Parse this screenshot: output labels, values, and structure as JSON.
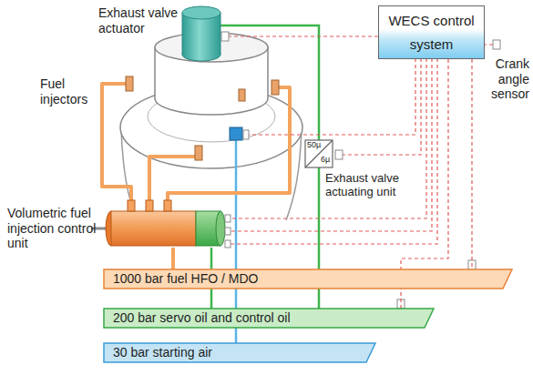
{
  "diagram": {
    "nodes": [
      {
        "text": [
          "WECS control system"
        ]
      },
      {
        "text": [
          "1000 bar fuel HFO / MDO"
        ]
      },
      {
        "text": [
          "200 bar servo oil and control oil"
        ]
      },
      {
        "text": [
          "30 bar starting air"
        ]
      }
    ],
    "edges": [
      {
        "from": 0,
        "to": 1,
        "arrow": "none"
      },
      {
        "from": 0,
        "to": 2,
        "arrow": "none"
      }
    ],
    "labels": [
      "Exhaust valve actuator",
      "Crank angle sensor",
      "Fuel injectors",
      "50µ",
      "6µ",
      "Exhaust valve actuating unit",
      "Volumetric fuel injection control unit"
    ]
  }
}
